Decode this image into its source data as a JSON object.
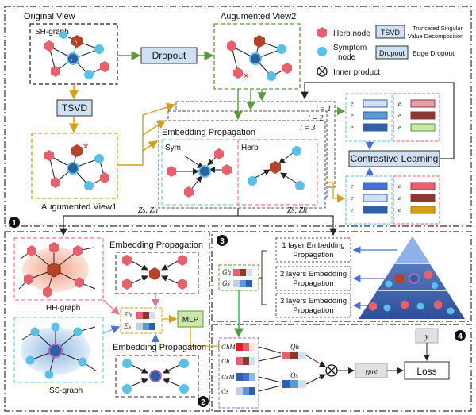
{
  "section1": {
    "original_view": "Original View",
    "sh_graph": "SH-graph",
    "augmented_view2": "Augumented View2",
    "augmented_view1": "Augumented View1",
    "dropout": "Dropout",
    "tsvd": "TSVD",
    "embedding_propagation": "Embedding Propagation",
    "sym": "Sym",
    "herb": "Herb",
    "layer1": "l = 1",
    "layer2": "l = 2",
    "layer3": "l = 3",
    "contrastive_learning": "Contrastive Learning",
    "zs_zh_left": "Zs, Zh",
    "zs_zh_right": "Zs, Zh"
  },
  "legend": {
    "herb_node": "Herb node",
    "symptom_node": "Symptom node",
    "inner_product": "Inner product",
    "tsvd_box": "TSVD",
    "tsvd_desc_line1": "Truncated Singular",
    "tsvd_desc_line2": "Value Decomposition",
    "dropout_box": "Dropout",
    "dropout_desc": "Edge Dropout"
  },
  "section2": {
    "hh_graph": "HH-graph",
    "ss_graph": "SS-graph",
    "embedding_propagation_top": "Embedding Propagation",
    "embedding_propagation_bottom": "Embedding Propagation",
    "eh": "Eh",
    "es": "Es",
    "mlp": "MLP"
  },
  "section3": {
    "gh": "Gh",
    "gs": "Gs",
    "layer1_line1": "1 layer Embedding",
    "layer1_line2": "Propagation",
    "layer2_line1": "2 layers Embedding",
    "layer2_line2": "Propagation",
    "layer3_line1": "3 layers Embedding",
    "layer3_line2": "Propagation"
  },
  "section4": {
    "ghm": "GhM",
    "gh": "Gh",
    "gsm": "GsM",
    "gs": "Gs",
    "qh": "Qh",
    "qs": "Qs",
    "y": "y",
    "ypre": "ypre",
    "loss": "Loss"
  },
  "markers": {
    "m1": "1",
    "m2": "2",
    "m3": "3",
    "m4": "4"
  },
  "colors": {
    "herb": "#e8606d",
    "herb_dark": "#c0392b",
    "symptom": "#5bc0e8",
    "center_herb": "#b5432a",
    "center_sym": "#2c5f9e",
    "orange": "#d4a017",
    "green": "#5a9a3a",
    "blue_box": "#cfe0f3",
    "mlp": "#c9e8a9",
    "pyramid": "#3a5fa8"
  }
}
